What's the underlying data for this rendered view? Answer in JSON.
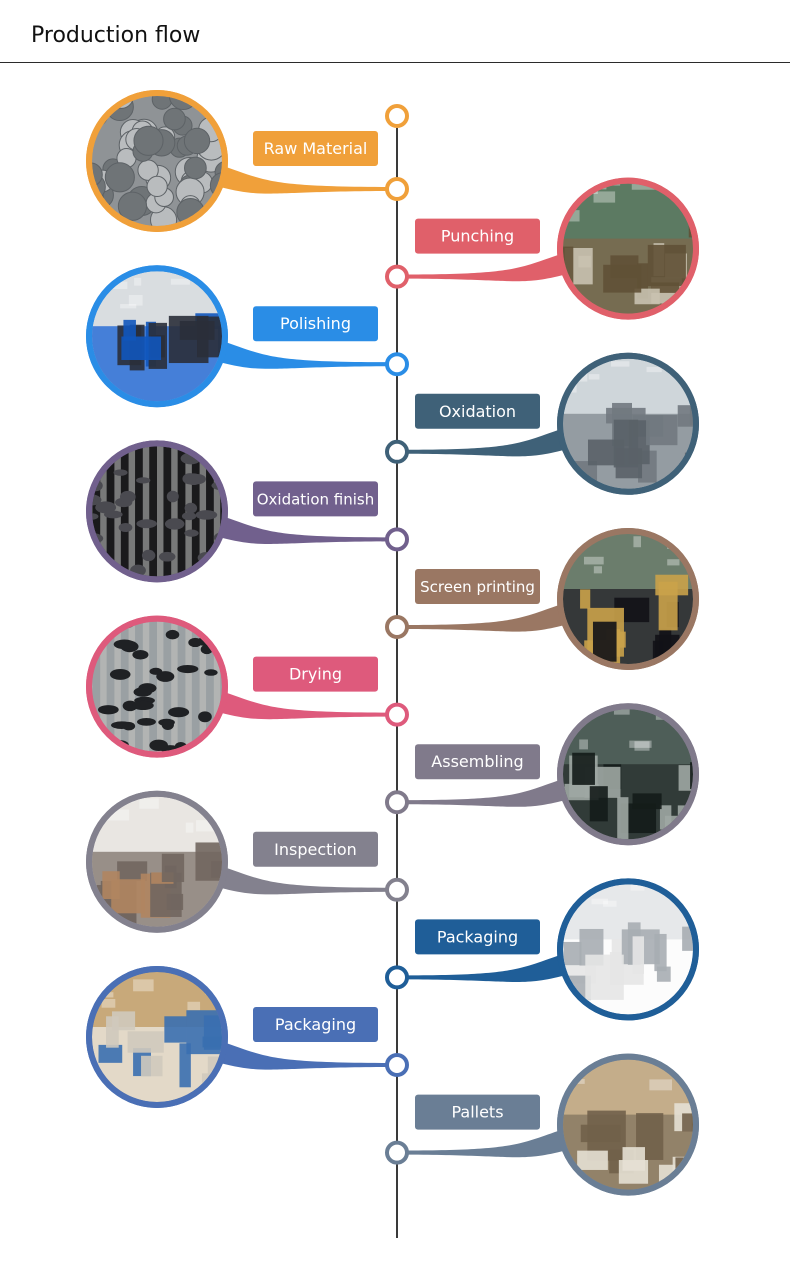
{
  "page": {
    "title": "Production flow"
  },
  "steps": [
    {
      "label": "Raw Material",
      "color": "#F0A03A",
      "photo": "coin-blanks-photo"
    },
    {
      "label": "Punching",
      "color": "#E0606A",
      "photo": "punching-press-photo"
    },
    {
      "label": "Polishing",
      "color": "#2A8DE6",
      "photo": "polishing-workshop-photo"
    },
    {
      "label": "Oxidation",
      "color": "#3F6178",
      "photo": "oxidation-line-photo"
    },
    {
      "label": "Oxidation finish",
      "color": "#71608D",
      "photo": "oxidized-parts-photo"
    },
    {
      "label": "Screen printing",
      "color": "#9A7763",
      "photo": "screen-printing-photo"
    },
    {
      "label": "Drying",
      "color": "#DE5A7C",
      "photo": "drying-rack-photo"
    },
    {
      "label": "Assembling",
      "color": "#807A8B",
      "photo": "assembly-room-photo"
    },
    {
      "label": "Inspection",
      "color": "#83818E",
      "photo": "inspection-room-photo"
    },
    {
      "label": "Packaging",
      "color": "#1F5E98",
      "photo": "packaged-parts-photo"
    },
    {
      "label": "Packaging",
      "color": "#4A6FB5",
      "photo": "warehouse-photo"
    },
    {
      "label": "Pallets",
      "color": "#6A7E95",
      "photo": "pallets-photo"
    }
  ]
}
